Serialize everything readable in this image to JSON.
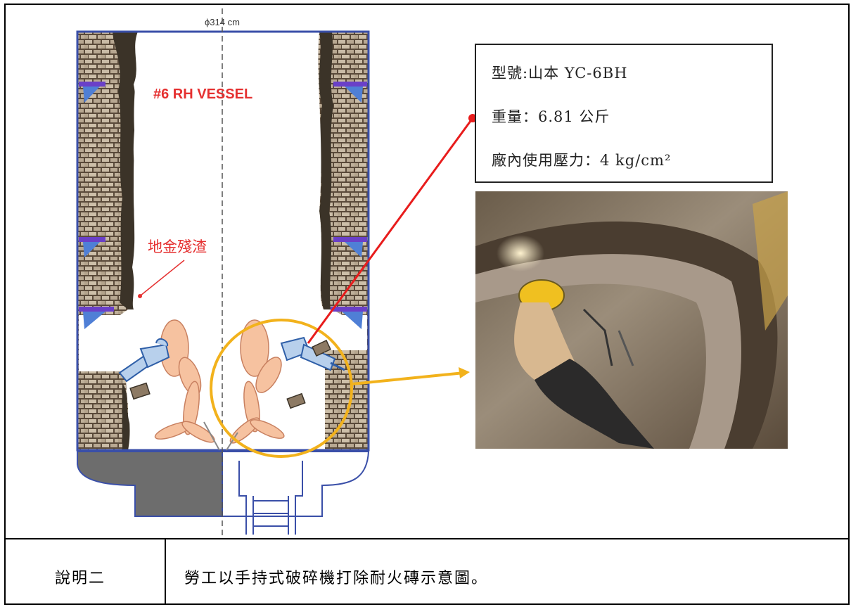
{
  "diagram": {
    "diameter_label": "ϕ314 cm",
    "vessel_title": "#6 RH VESSEL",
    "slag_label": "地金殘渣"
  },
  "spec_box": {
    "model": "型號:山本 YC-6BH",
    "weight": "重量：6.81 公斤",
    "pressure": "廠內使用壓力：4 kg/cm²"
  },
  "caption": {
    "label": "說明二",
    "text": "勞工以手持式破碎機打除耐火磚示意圖。"
  },
  "colors": {
    "vessel_outline": "#3a4fa8",
    "title_red": "#e53030",
    "callout_red": "#e81c1c",
    "highlight_circle": "#f2b21c",
    "worker_fill": "#f6c2a0",
    "tool_fill": "#b8d0ec",
    "brick_fill": "#8d7a64",
    "bracket": "#6a40c8",
    "base_gray": "#6d6d6d"
  }
}
